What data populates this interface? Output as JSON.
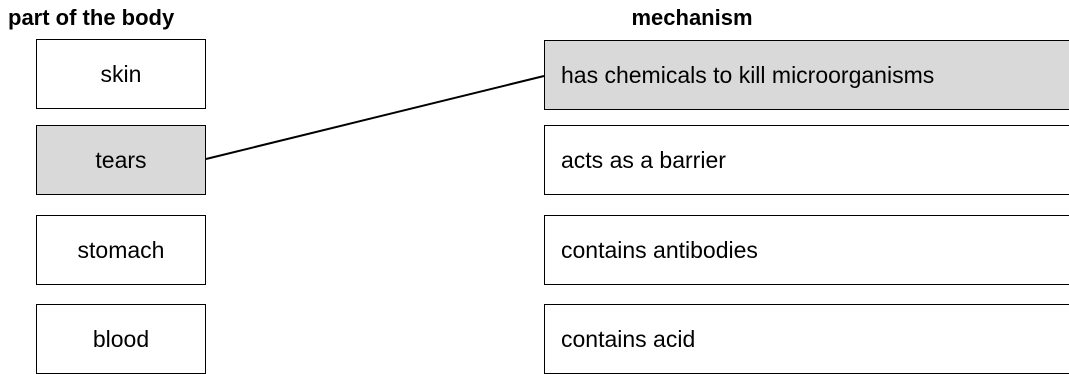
{
  "headings": {
    "left": "part of the body",
    "right": "mechanism"
  },
  "parts": [
    {
      "label": "skin",
      "shaded": false
    },
    {
      "label": "tears",
      "shaded": true
    },
    {
      "label": "stomach",
      "shaded": false
    },
    {
      "label": "blood",
      "shaded": false
    }
  ],
  "mechanisms": [
    {
      "label": "has chemicals to kill microorganisms",
      "shaded": true
    },
    {
      "label": "acts as a barrier",
      "shaded": false
    },
    {
      "label": "contains antibodies",
      "shaded": false
    },
    {
      "label": "contains acid",
      "shaded": false
    }
  ],
  "connections": [
    {
      "from_part": "tears",
      "to_mechanism": "has chemicals to kill microorganisms"
    }
  ],
  "colors": {
    "shaded_box": "#d9d9d9",
    "box_border": "#000000",
    "line": "#000000"
  }
}
